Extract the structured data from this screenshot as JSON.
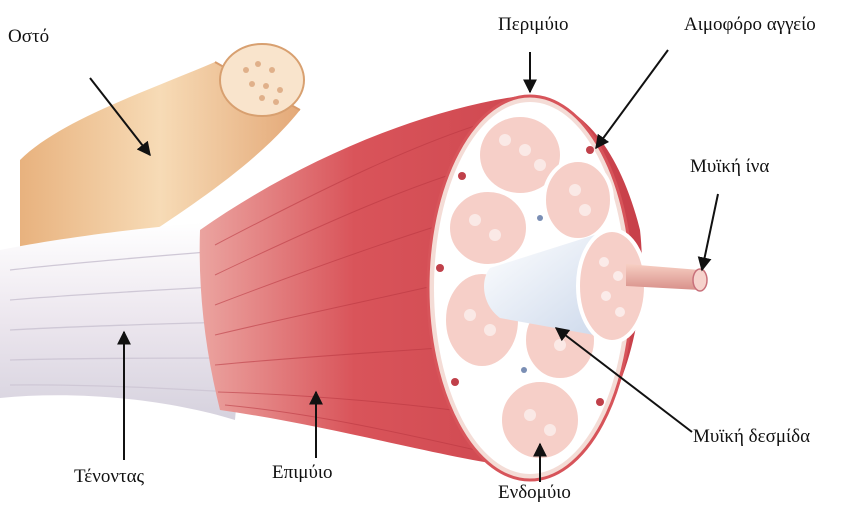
{
  "labels": {
    "bone": "Οστό",
    "perimysium": "Περιμύιο",
    "blood_vessel": "Αιμοφόρο αγγείο",
    "muscle_fiber": "Μυϊκή ίνα",
    "muscle_fascicle": "Μυϊκή δεσμίδα",
    "tendon": "Τένοντας",
    "epimysium": "Επιμύιο",
    "endomysium": "Ενδομύιο"
  },
  "colors": {
    "muscle": "#d9545a",
    "muscle_light": "#e98a88",
    "bone": "#f1c99c",
    "tendon": "#f3eef0",
    "fascicle_fill": "#f6d2cc",
    "connective": "#ffffff",
    "vessel": "#c0404a"
  }
}
